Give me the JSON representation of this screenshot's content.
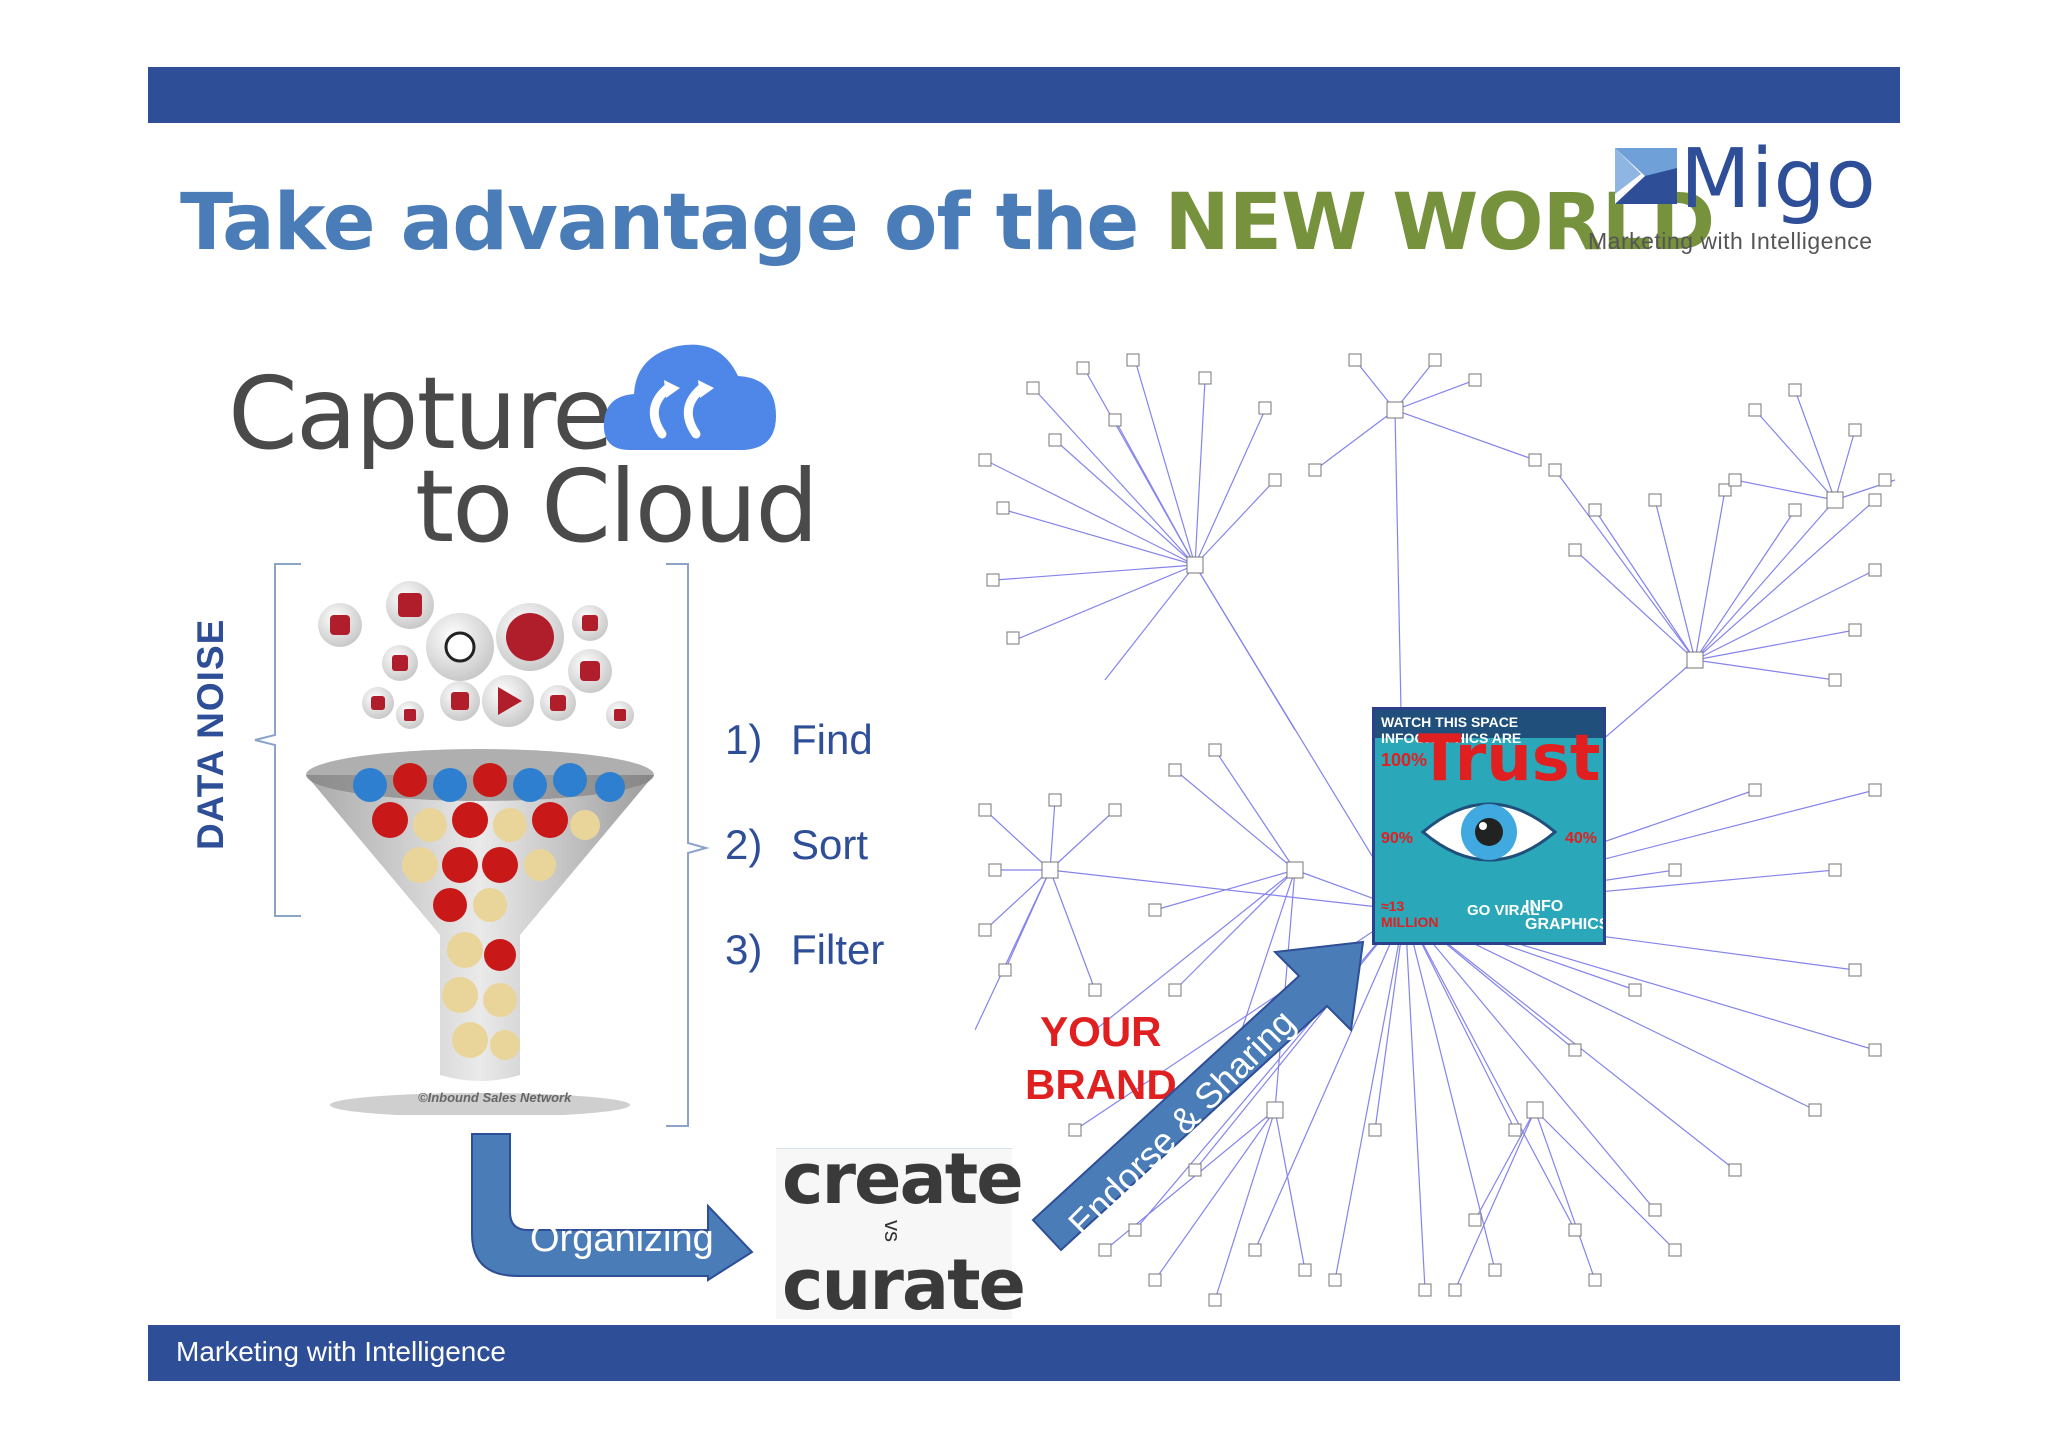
{
  "header": {
    "title_part1": "Take advantage of the",
    "title_part2": "NEW WORLD",
    "logo_name": "Migo",
    "logo_tagline": "Marketing with Intelligence"
  },
  "capture_logo": {
    "line1": "Capture",
    "line2": "to Cloud"
  },
  "funnel": {
    "label": "DATA NOISE",
    "credit": "©Inbound Sales Network"
  },
  "steps": [
    {
      "num": "1)",
      "label": "Find"
    },
    {
      "num": "2)",
      "label": "Sort"
    },
    {
      "num": "3)",
      "label": "Filter"
    }
  ],
  "arrows": {
    "organizing": "Organizing",
    "endorse": "Endorse & Sharing"
  },
  "create_curate": {
    "create": "create",
    "vs": "vs",
    "curate": "curate"
  },
  "brand": {
    "line1": "YOUR",
    "line2": "BRAND"
  },
  "infographic": {
    "trust": "Trust",
    "headline": "WATCH THIS SPACE INFOGRAPHICS ARE",
    "stat1": "100%",
    "stat2": "90%",
    "stat3": "≈13 MILLION",
    "stat4": "40%",
    "go_viral": "GO VIRAL",
    "info_graphics": "INFO GRAPHICS"
  },
  "footer": {
    "text": "Marketing with Intelligence"
  },
  "colors": {
    "brand_blue": "#2E4E97",
    "title_blue": "#4A7CB8",
    "title_green": "#76923C",
    "brand_red": "#E02020",
    "network_blue": "#5B5BE6"
  }
}
